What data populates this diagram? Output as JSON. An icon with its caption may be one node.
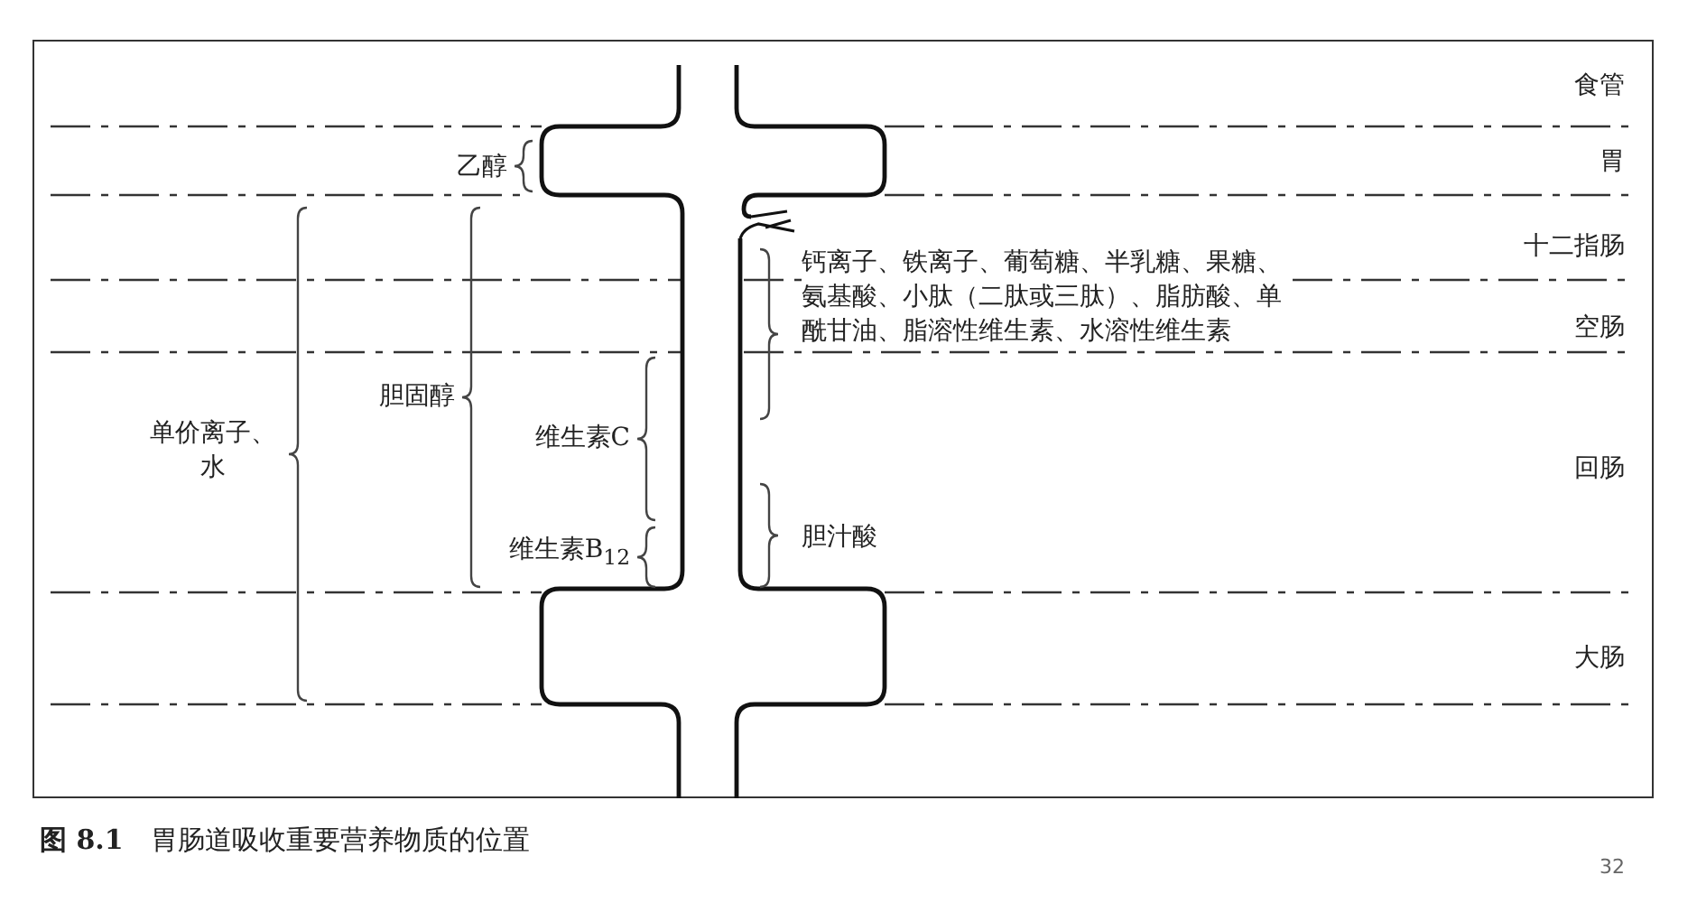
{
  "diagram": {
    "caption": "**图 8.1**　胃肠道吸收重要营养物质的位置",
    "labels": [
      "食管",
      "乙醇",
      "胃",
      "十二指肠",
      "钙离子、铁离子、葡萄糖、半乳糖、果糖、氨基酸、小肽（二肽或三肽）、脂肪酸、单酰甘油、脂溶性维生素、水溶性维生素",
      "空肠",
      "单价离子、水",
      "胆固醇",
      "维生素C",
      "回肠",
      "维生素B$_{12}$",
      "胆汁酸",
      "大肠",
      "32"
    ]
  }
}
